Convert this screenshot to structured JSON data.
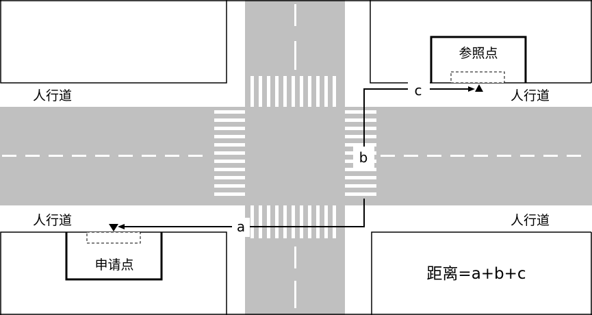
{
  "labels": {
    "sidewalk": "人行道",
    "reference_point": "参照点",
    "application_point": "申请点",
    "segment_a": "a",
    "segment_b": "b",
    "segment_c": "c",
    "formula": "距离=a+b+c"
  },
  "colors": {
    "road": "#c0c0c0",
    "marking": "#ffffff",
    "line": "#000000",
    "background": "#ffffff"
  }
}
